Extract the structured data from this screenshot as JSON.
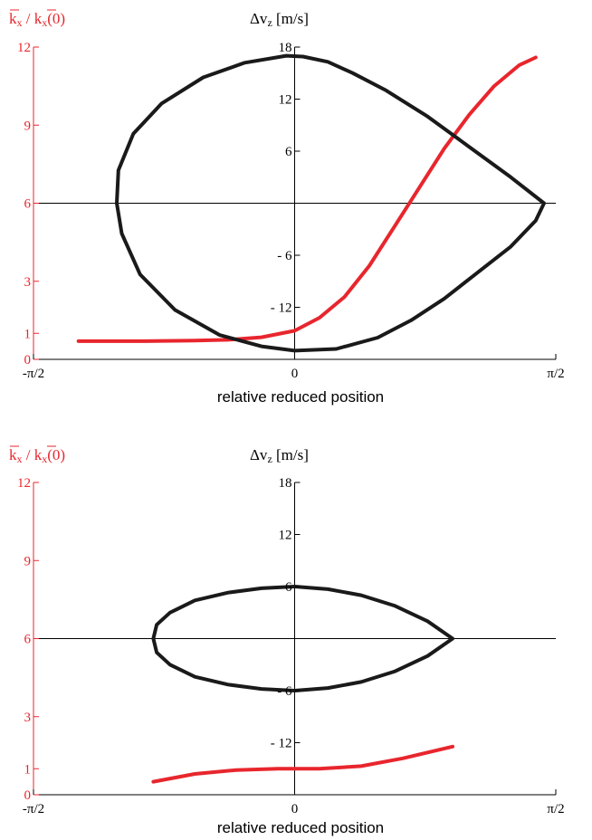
{
  "colors": {
    "left_axis": "#e8262d",
    "right_axis": "#000000",
    "series_kx": "#e8262d",
    "series_dvz": "#1a1a1a"
  },
  "chart_data": [
    {
      "type": "line",
      "xlabel": "relative reduced position",
      "x_ticks": [
        "-π/2",
        "0",
        "π/2"
      ],
      "xlim": [
        -1.5708,
        1.5708
      ],
      "left_axis": {
        "label_num": "k",
        "label_sub": "x",
        "label_slash": " / ",
        "label_tail": "(0)",
        "ticks": [
          "0",
          "1",
          "3",
          "6",
          "9",
          "12"
        ],
        "ylim": [
          0,
          12
        ]
      },
      "right_axis": {
        "label_main": "Δv",
        "label_sub": "z",
        "label_unit": " [m/s]",
        "ticks": [
          "- 12",
          "- 6",
          "6",
          "12",
          "18"
        ],
        "ylim": [
          -18,
          18
        ]
      },
      "series": [
        {
          "axis": "left",
          "x": [
            -1.3,
            -0.9,
            -0.6,
            -0.4,
            -0.2,
            0.0,
            0.15,
            0.3,
            0.45,
            0.6,
            0.75,
            0.9,
            1.05,
            1.2,
            1.35,
            1.45
          ],
          "y": [
            0.7,
            0.7,
            0.72,
            0.75,
            0.85,
            1.1,
            1.6,
            2.4,
            3.6,
            5.1,
            6.6,
            8.1,
            9.4,
            10.5,
            11.3,
            11.6
          ]
        },
        {
          "axis": "right",
          "x": [
            1.5,
            1.3,
            1.05,
            0.8,
            0.55,
            0.35,
            0.2,
            0.05,
            -0.05,
            -0.3,
            -0.55,
            -0.8,
            -0.97,
            -1.06,
            -1.07,
            -1.04,
            -0.93,
            -0.72,
            -0.45,
            -0.2,
            0.0,
            0.25,
            0.5,
            0.7,
            0.9,
            1.1,
            1.3,
            1.45,
            1.5
          ],
          "y": [
            0,
            3.0,
            6.5,
            10.0,
            13.0,
            15.0,
            16.3,
            16.9,
            17.0,
            16.2,
            14.5,
            11.5,
            8.0,
            3.8,
            0,
            -3.5,
            -8.2,
            -12.3,
            -15.2,
            -16.5,
            -17.0,
            -16.8,
            -15.5,
            -13.5,
            -11.0,
            -8.0,
            -5.0,
            -2.0,
            0
          ]
        }
      ]
    },
    {
      "type": "line",
      "xlabel": "relative reduced position",
      "x_ticks": [
        "-π/2",
        "0",
        "π/2"
      ],
      "xlim": [
        -1.5708,
        1.5708
      ],
      "left_axis": {
        "label_num": "k",
        "label_sub": "x",
        "label_slash": " / ",
        "label_tail": "(0)",
        "ticks": [
          "0",
          "1",
          "3",
          "6",
          "9",
          "12"
        ],
        "ylim": [
          0,
          12
        ]
      },
      "right_axis": {
        "label_main": "Δv",
        "label_sub": "z",
        "label_unit": " [m/s]",
        "ticks": [
          "- 12",
          "- 6",
          "6",
          "12",
          "18"
        ],
        "ylim": [
          -18,
          18
        ]
      },
      "series": [
        {
          "axis": "left",
          "x": [
            -0.85,
            -0.6,
            -0.35,
            -0.1,
            0.15,
            0.4,
            0.65,
            0.95
          ],
          "y": [
            0.5,
            0.8,
            0.95,
            1.0,
            1.0,
            1.1,
            1.4,
            1.85
          ]
        },
        {
          "axis": "right",
          "x": [
            0.95,
            0.8,
            0.6,
            0.4,
            0.2,
            0.0,
            -0.2,
            -0.4,
            -0.6,
            -0.75,
            -0.83,
            -0.85,
            -0.83,
            -0.75,
            -0.6,
            -0.4,
            -0.2,
            0.0,
            0.2,
            0.4,
            0.6,
            0.8,
            0.95
          ],
          "y": [
            0,
            2.0,
            3.8,
            5.0,
            5.7,
            6.0,
            5.8,
            5.3,
            4.4,
            3.0,
            1.6,
            0,
            -1.6,
            -3.0,
            -4.4,
            -5.3,
            -5.8,
            -6.0,
            -5.7,
            -5.0,
            -3.8,
            -2.0,
            0
          ]
        }
      ]
    }
  ]
}
